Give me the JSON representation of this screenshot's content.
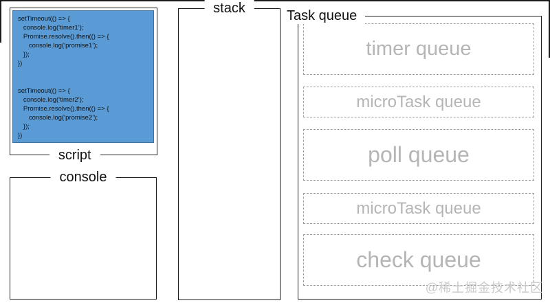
{
  "script_panel": {
    "label": "script",
    "code": "setTimeout(() => {\n   console.log(‘timer1’);\n   Promise.resolve().then(() => {\n      console.log(‘promise1’);\n   });\n})\n\n\nsetTimeout(() => {\n   console.log(‘timer2’);\n   Promise.resolve().then(() => {\n      console.log(‘promise2’);\n   });\n})"
  },
  "console_panel": {
    "label": "console"
  },
  "stack_panel": {
    "label": "stack"
  },
  "task_queue_panel": {
    "label": "Task queue",
    "queues": [
      {
        "name": "timer queue"
      },
      {
        "name": "microTask queue"
      },
      {
        "name": "poll queue"
      },
      {
        "name": "microTask queue"
      },
      {
        "name": "check queue"
      }
    ]
  },
  "watermark": "@稀土掘金技术社区",
  "colors": {
    "code_background": "#5b9bd5",
    "code_border": "#41719c",
    "box_border": "#1b1b1b",
    "queue_text": "#b5b5b5",
    "queue_dashed_border": "#9d9d9d",
    "watermark_text": "#c9c9c9"
  }
}
